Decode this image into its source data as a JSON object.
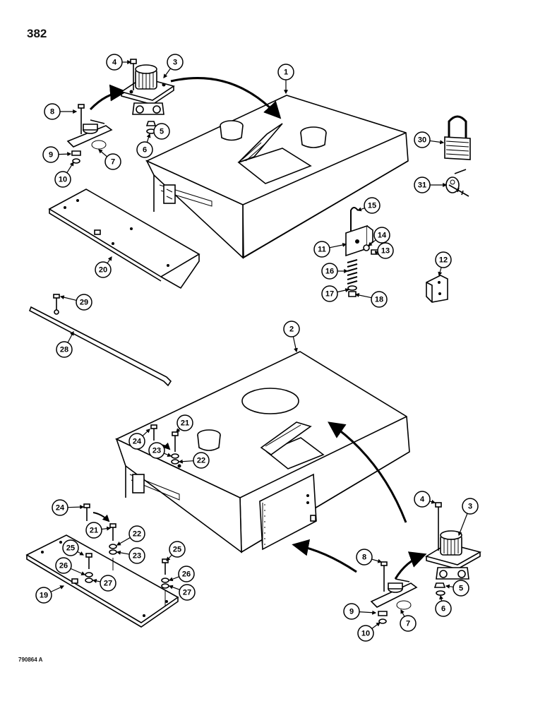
{
  "page": {
    "number": "382",
    "drawing_code": "790864 A"
  },
  "callouts": [
    {
      "id": "c1",
      "label": "1"
    },
    {
      "id": "c2",
      "label": "2"
    },
    {
      "id": "c3a",
      "label": "3"
    },
    {
      "id": "c4a",
      "label": "4"
    },
    {
      "id": "c5a",
      "label": "5"
    },
    {
      "id": "c6a",
      "label": "6"
    },
    {
      "id": "c7a",
      "label": "7"
    },
    {
      "id": "c8a",
      "label": "8"
    },
    {
      "id": "c9a",
      "label": "9"
    },
    {
      "id": "c10a",
      "label": "10"
    },
    {
      "id": "c11",
      "label": "11"
    },
    {
      "id": "c12",
      "label": "12"
    },
    {
      "id": "c13",
      "label": "13"
    },
    {
      "id": "c14",
      "label": "14"
    },
    {
      "id": "c15",
      "label": "15"
    },
    {
      "id": "c16",
      "label": "16"
    },
    {
      "id": "c17",
      "label": "17"
    },
    {
      "id": "c18",
      "label": "18"
    },
    {
      "id": "c19",
      "label": "19"
    },
    {
      "id": "c20",
      "label": "20"
    },
    {
      "id": "c21a",
      "label": "21"
    },
    {
      "id": "c22a",
      "label": "22"
    },
    {
      "id": "c23a",
      "label": "23"
    },
    {
      "id": "c24a",
      "label": "24"
    },
    {
      "id": "c21b",
      "label": "21"
    },
    {
      "id": "c22b",
      "label": "22"
    },
    {
      "id": "c23b",
      "label": "23"
    },
    {
      "id": "c24b",
      "label": "24"
    },
    {
      "id": "c25a",
      "label": "25"
    },
    {
      "id": "c26a",
      "label": "26"
    },
    {
      "id": "c27a",
      "label": "27"
    },
    {
      "id": "c25b",
      "label": "25"
    },
    {
      "id": "c26b",
      "label": "26"
    },
    {
      "id": "c27b",
      "label": "27"
    },
    {
      "id": "c28",
      "label": "28"
    },
    {
      "id": "c29",
      "label": "29"
    },
    {
      "id": "c30",
      "label": "30"
    },
    {
      "id": "c31",
      "label": "31"
    },
    {
      "id": "c3b",
      "label": "3"
    },
    {
      "id": "c4b",
      "label": "4"
    },
    {
      "id": "c5b",
      "label": "5"
    },
    {
      "id": "c6b",
      "label": "6"
    },
    {
      "id": "c7b",
      "label": "7"
    },
    {
      "id": "c8b",
      "label": "8"
    },
    {
      "id": "c9b",
      "label": "9"
    },
    {
      "id": "c10b",
      "label": "10"
    }
  ]
}
